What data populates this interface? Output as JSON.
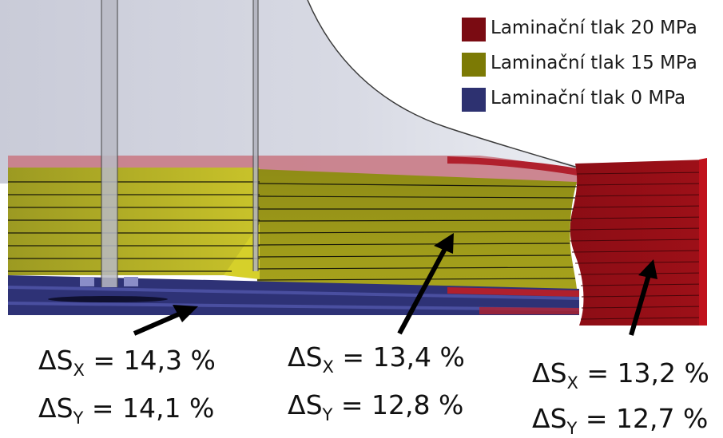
{
  "legend": [
    {
      "label": "Laminační tlak 20 MPa",
      "color": "#7a0b12"
    },
    {
      "label": "Laminační tlak 15 MPa",
      "color": "#7c7a05"
    },
    {
      "label": "Laminační tlak 0 MPa",
      "color": "#2d3170"
    }
  ],
  "annotations": [
    {
      "sx": "14,3 %",
      "sy": "14,1 %"
    },
    {
      "sx": "13,4 %",
      "sy": "12,8 %"
    },
    {
      "sx": "13,2 %",
      "sy": "12,7 %"
    }
  ],
  "symbols": {
    "delta_s": "ΔS",
    "sub_x": "X",
    "sub_y": "Y",
    "eq": " = "
  }
}
